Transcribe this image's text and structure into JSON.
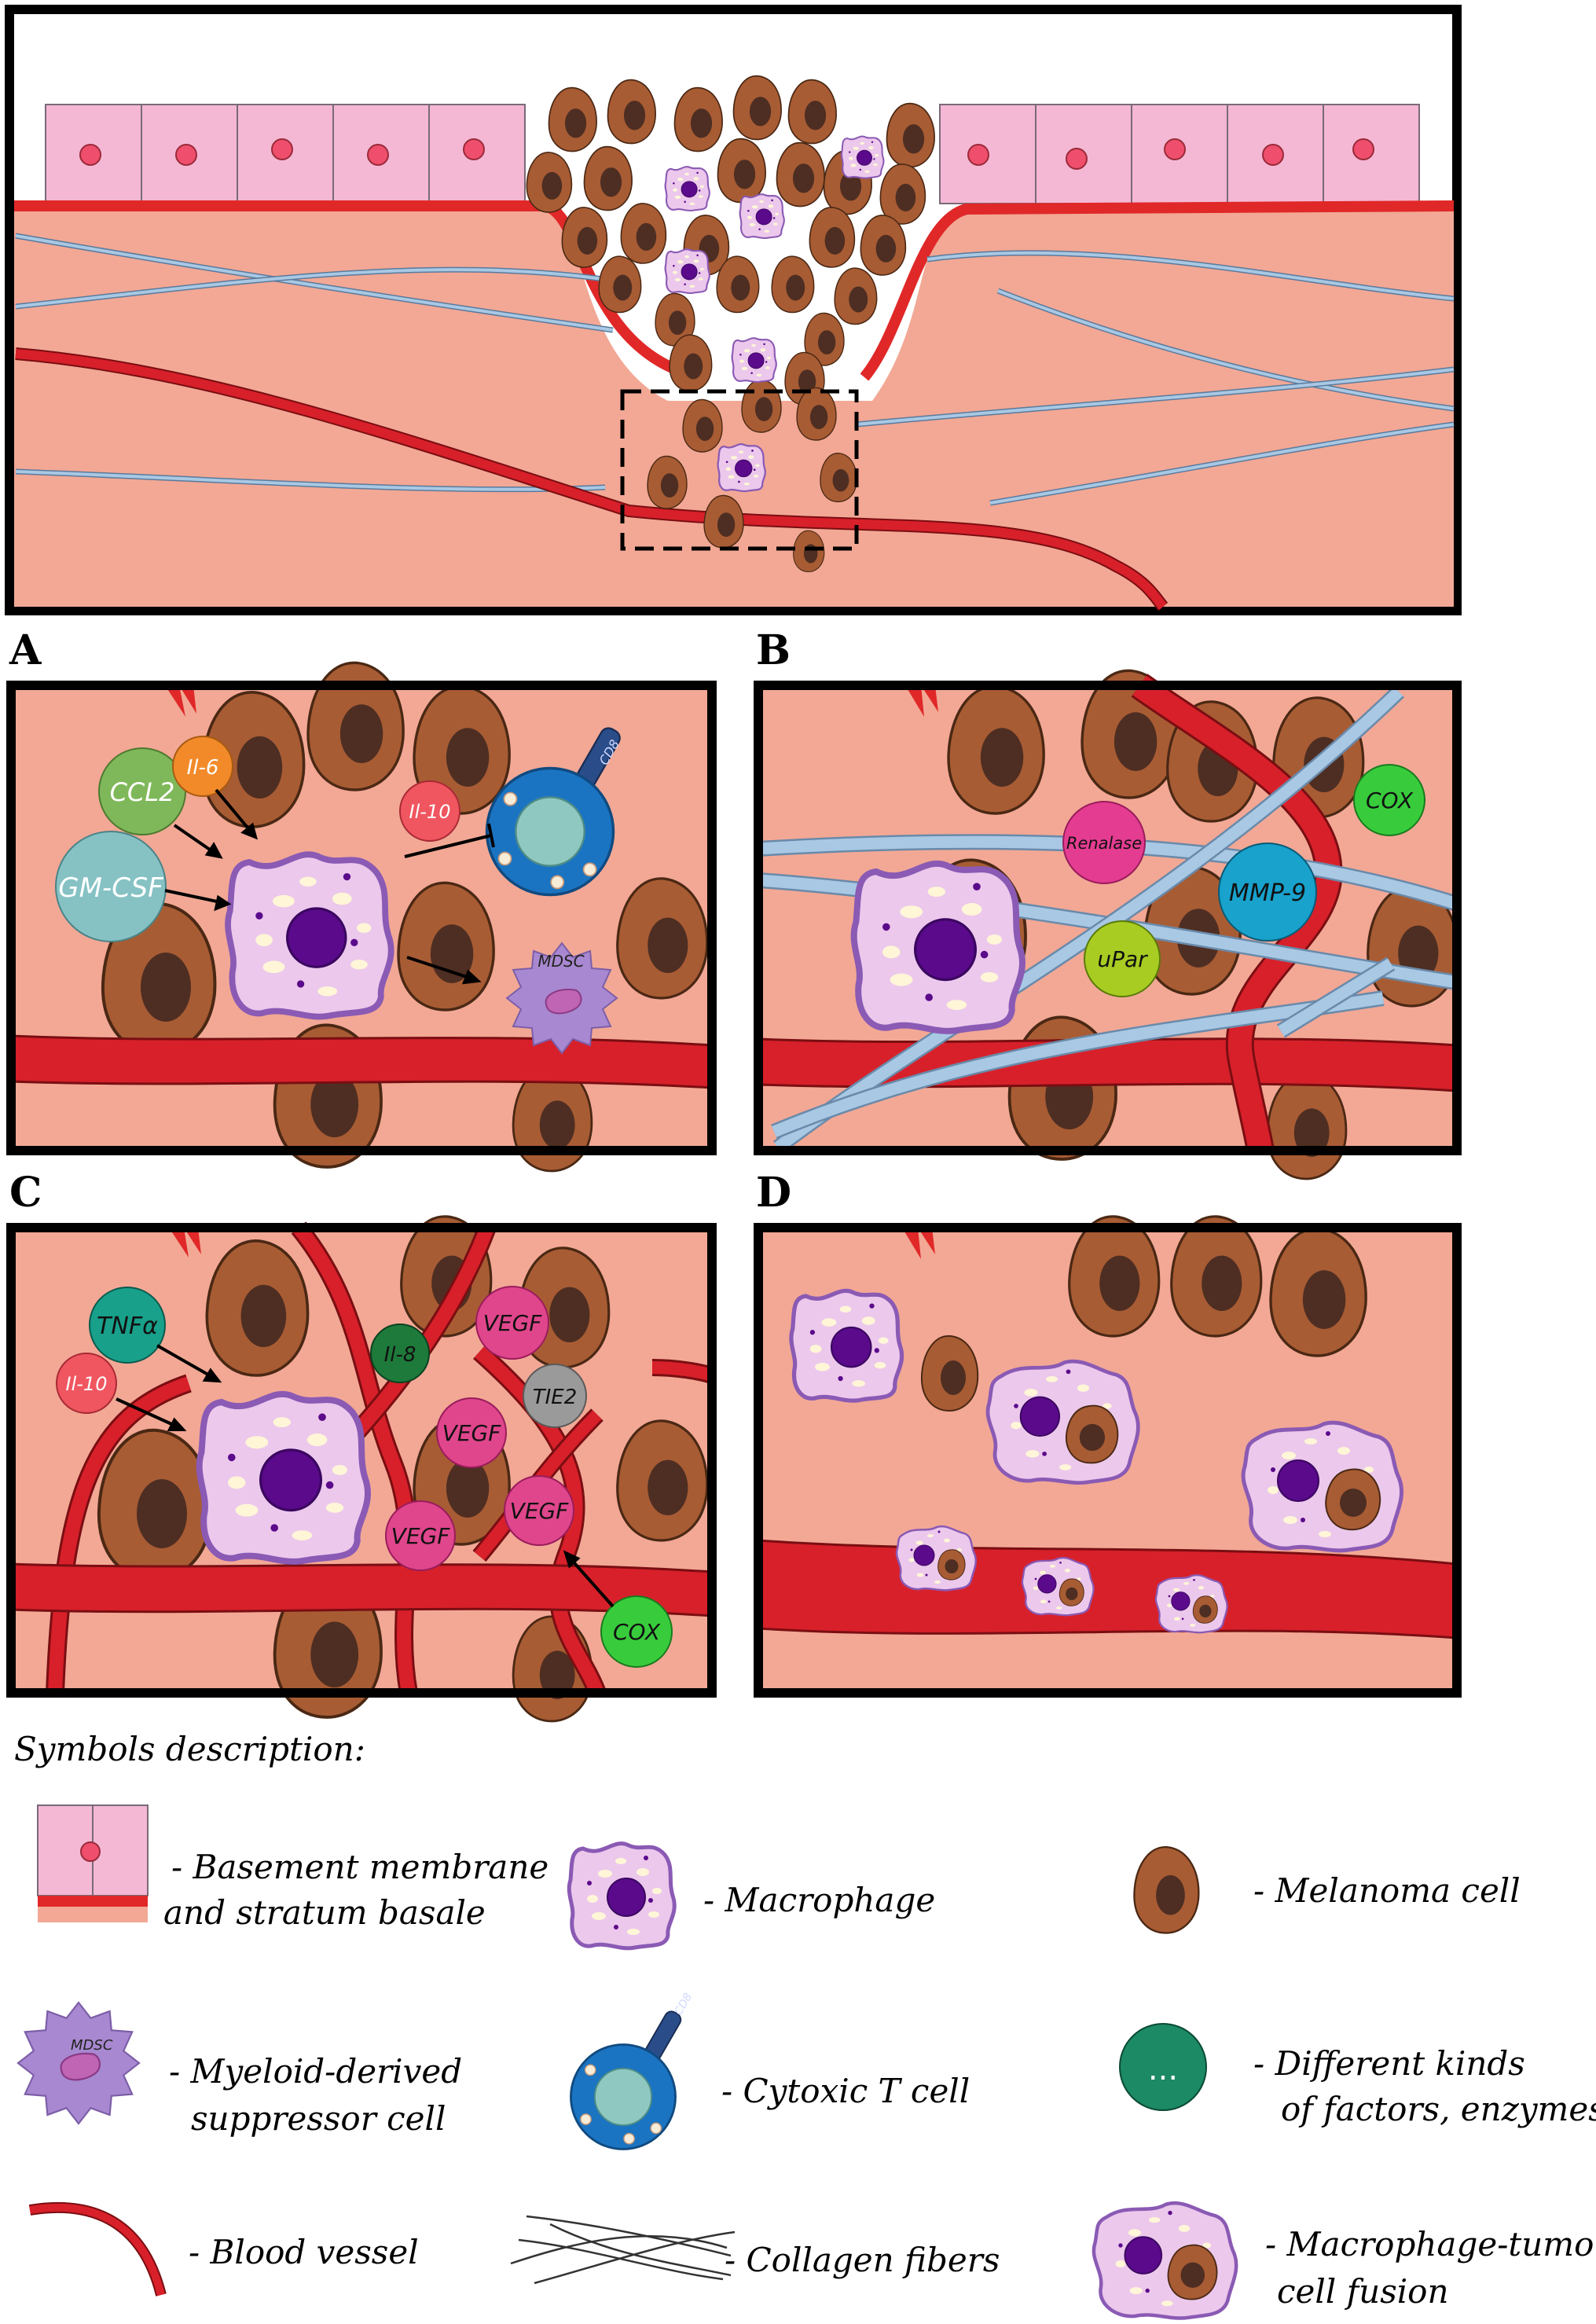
{
  "panel_letters": {
    "a": "A",
    "b": "B",
    "c": "C",
    "d": "D"
  },
  "panel_a": {
    "ccl2": "CCL2",
    "il6": "Il-6",
    "gmcsf": "GM-CSF",
    "il10": "Il-10",
    "mdsc": "MDSC",
    "cd8": "CD8"
  },
  "panel_b": {
    "renalase": "Renalase",
    "cox": "COX",
    "mmp9": "MMP-9",
    "upar": "uPar"
  },
  "panel_c": {
    "tnfa": "TNFα",
    "il10": "Il-10",
    "il8": "Il-8",
    "vegf1": "VEGF",
    "tie2": "TIE2",
    "vegf2": "VEGF",
    "vegf3": "VEGF",
    "vegf4": "VEGF",
    "cox": "COX"
  },
  "legend": {
    "title": "Symbols description:",
    "basement_line1": "- Basement membrane",
    "basement_line2": "and stratum basale",
    "macrophage": "- Macrophage",
    "melanoma": "- Melanoma cell",
    "mdsc_line1": "- Myeloid-derived",
    "mdsc_line2": "suppressor cell",
    "mdsc_icon_label": "MDSC",
    "tcell": "- Cytoxic T cell",
    "tcell_icon_label": "CD8",
    "factors_line1": "- Different kinds",
    "factors_line2": "of factors, enzymes",
    "factors_icon_label": "...",
    "vessel": "- Blood vessel",
    "collagen": "- Collagen fibers",
    "fusion_line1": "- Macrophage-tumor",
    "fusion_line2": "cell fusion"
  },
  "colors": {
    "tissue": "#f2a895",
    "epithelium": "#f4b8d4",
    "nucleus_red": "#ef4f6c",
    "vessel": "#d8202a",
    "collagen": "#a8c8e4",
    "melanoma": "#a85c34",
    "melanoma_nucleus": "#4e2e22",
    "macrophage": "#ecc8ec",
    "macrophage_nucleus": "#5a0a8a",
    "mdsc": "#a888d0",
    "tcell": "#1b74c2",
    "factor_green": "#1c8a64"
  }
}
